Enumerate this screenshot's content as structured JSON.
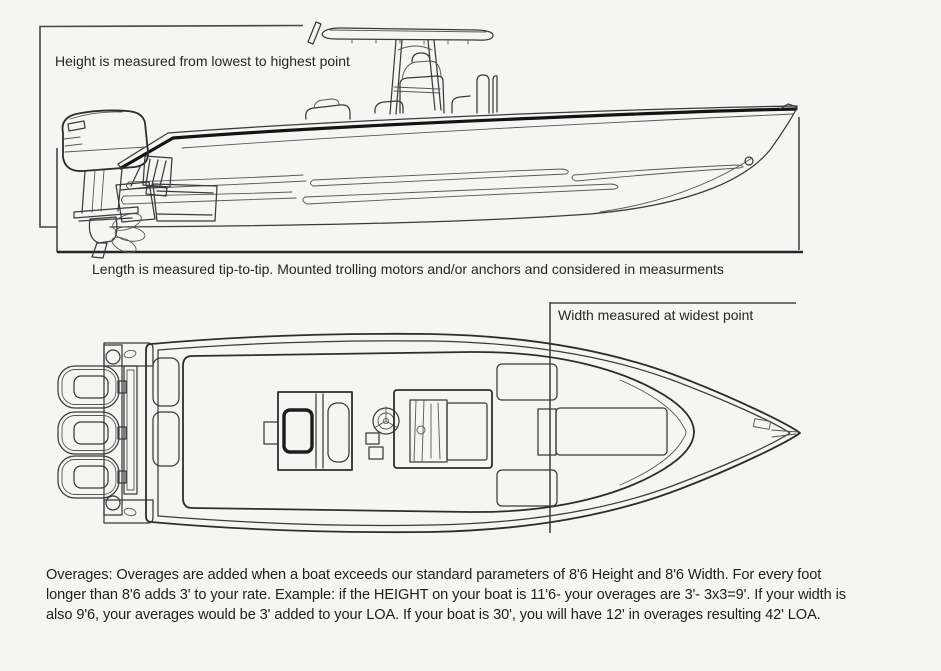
{
  "page": {
    "background": "#f5f5f3",
    "ink_color": "#3a3a3a",
    "text_color": "#232323"
  },
  "side_view": {
    "height_label": "Height is measured from lowest to highest point"
  },
  "length_caption": "Length is measured tip-to-tip. Mounted trolling motors and/or anchors and considered in measurments",
  "top_view": {
    "width_label": "Width measured at widest point"
  },
  "overages_note": {
    "lines": [
      "Overages: Overages are added when a boat exceeds our standard parameters of 8'6 Height and 8'6 Width. For every foot",
      "longer than 8'6 adds 3' to your rate. Example: if the HEIGHT on your boat is 11'6- your overages are 3'- 3x3=9'. If your width is",
      "also 9'6, your averages would be 3' added to your LOA. If your boat is 30', you will have 12' in overages resulting 42' LOA."
    ]
  }
}
